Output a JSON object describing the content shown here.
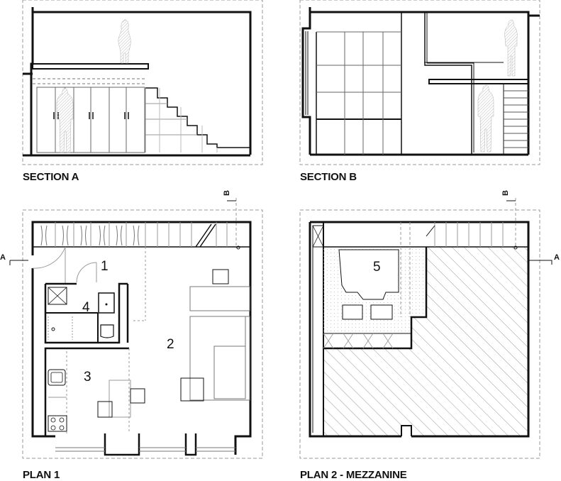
{
  "labels": {
    "section_a": "SECTION A",
    "section_b": "SECTION B",
    "plan_1": "PLAN 1",
    "plan_2": "PLAN 2 - MEZZANINE"
  },
  "rooms": {
    "r1": "1",
    "r2": "2",
    "r3": "3",
    "r4": "4",
    "r5": "5"
  },
  "markers": {
    "a": "A",
    "b": "B"
  },
  "colors": {
    "line": "#111111",
    "dashed": "#888888",
    "hatch": "#9a9a9a",
    "figure": "#c8c8c8"
  }
}
